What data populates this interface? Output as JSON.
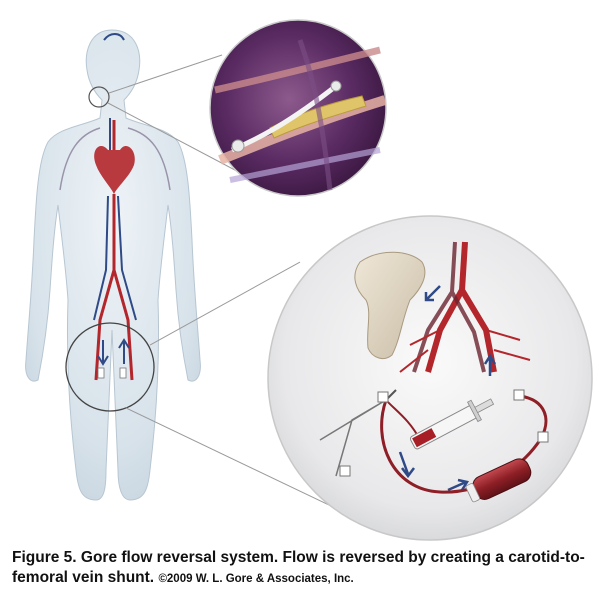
{
  "figure": {
    "caption": {
      "main": "Figure 5. Gore flow reversal system. Flow is reversed by creating a carotid-to-femoral vein shunt.",
      "copyright": "©2009 W. L. Gore & Associates, Inc."
    }
  },
  "colors": {
    "body_fill": "#dce6ee",
    "artery_red": "#b3262b",
    "vein_blue": "#2f4a86",
    "callout_line": "#9a9a9a",
    "inset_purple": "#5a2b63",
    "inset_gray": "#e6e6e8"
  },
  "icons": [
    "human-body-illustration",
    "heart",
    "flow-arrow",
    "syringe",
    "filter-cartridge",
    "catheter"
  ]
}
